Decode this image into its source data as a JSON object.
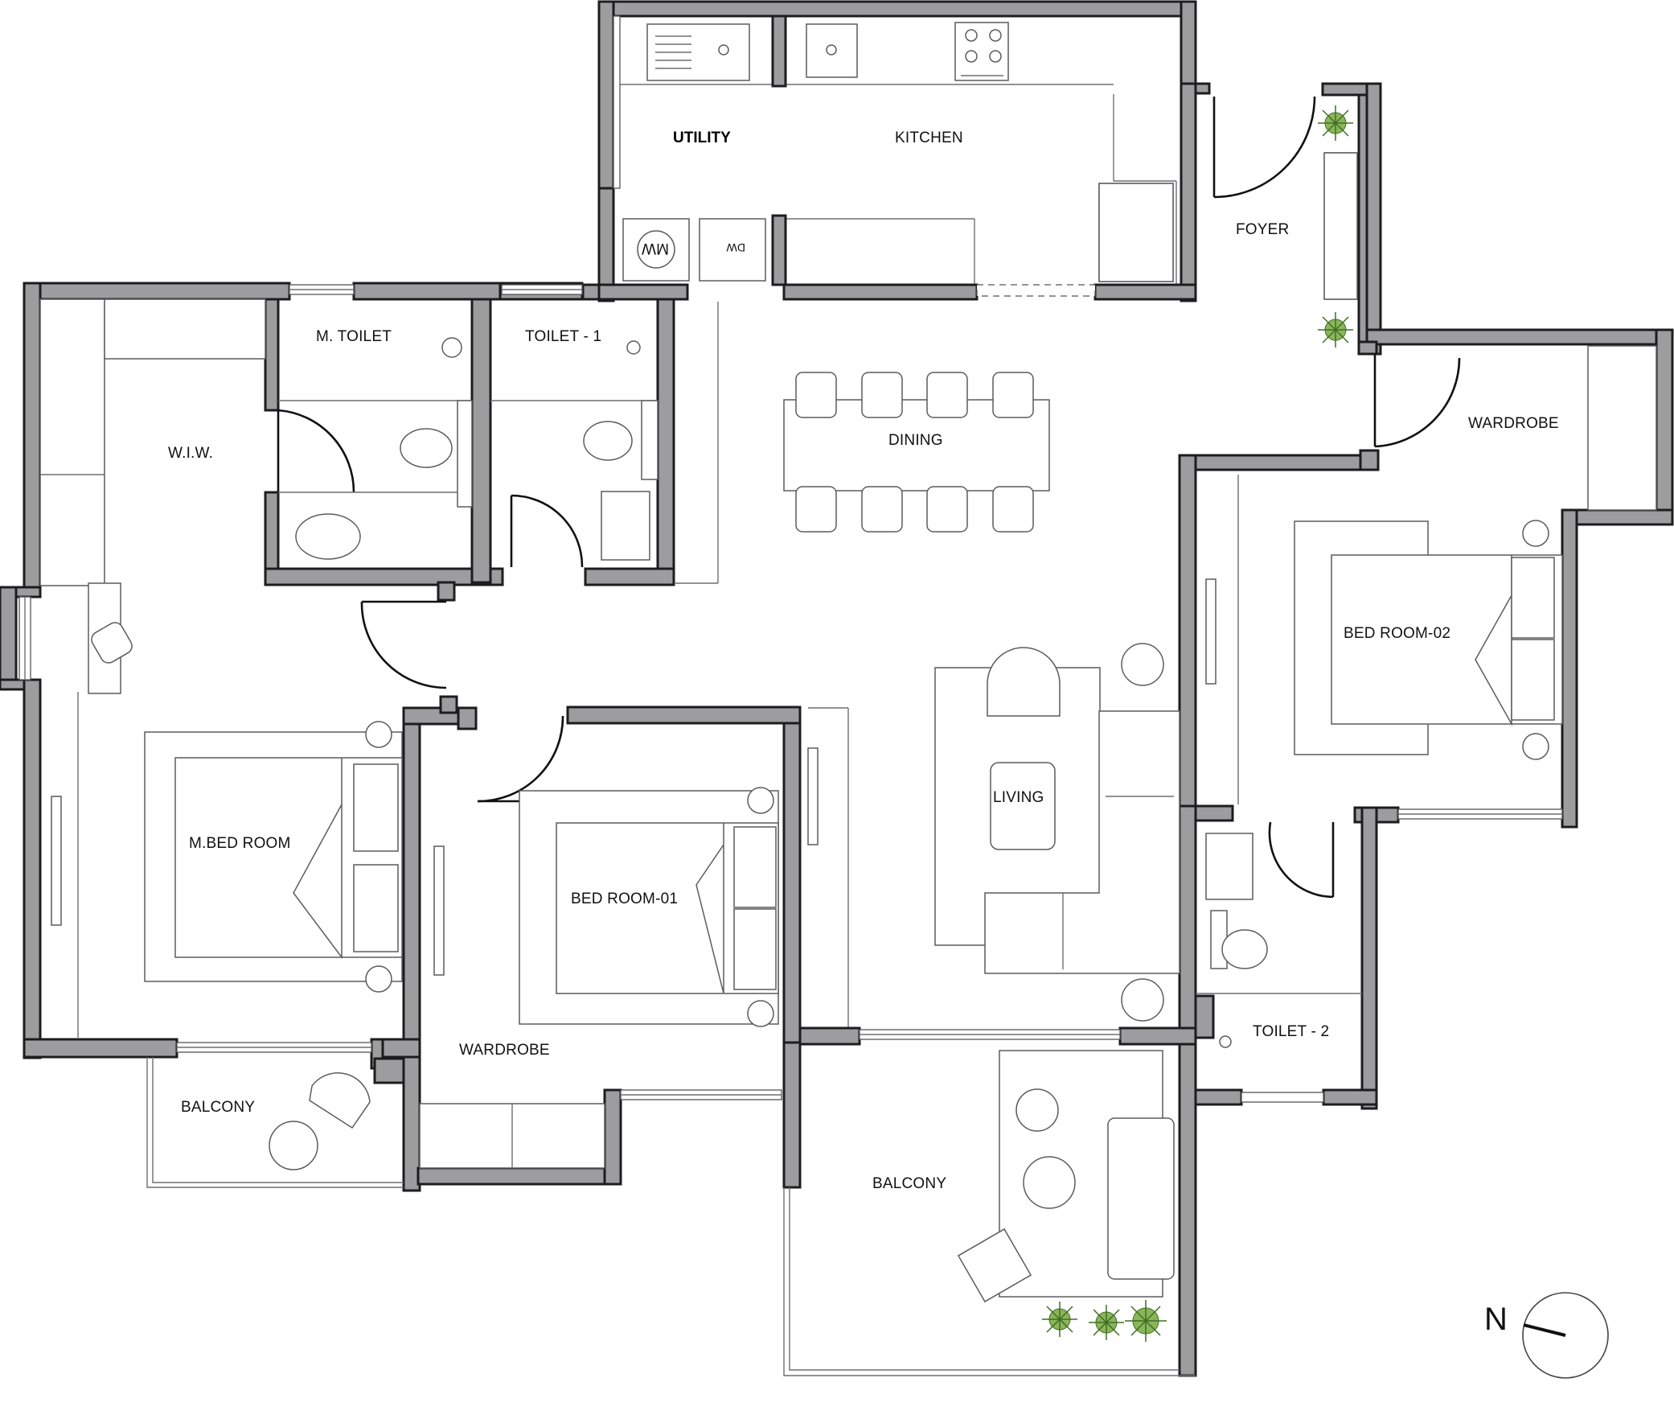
{
  "rooms": {
    "utility": "UTILITY",
    "kitchen": "KITCHEN",
    "foyer": "FOYER",
    "m_toilet": "M. TOILET",
    "toilet_1": "TOILET - 1",
    "wiw": "W.I.W.",
    "dining": "DINING",
    "wardrobe_nw": "WARDROBE",
    "bedroom_02": "BED ROOM-02",
    "living": "LIVING",
    "m_bedroom": "M.BED ROOM",
    "bedroom_01": "BED ROOM-01",
    "toilet_2": "TOILET - 2",
    "wardrobe_s": "WARDROBE",
    "balcony_w": "BALCONY",
    "balcony_s": "BALCONY"
  },
  "appliances": {
    "microwave": "MW",
    "dishwasher": "DW"
  },
  "compass": {
    "letter": "N"
  },
  "colors": {
    "wall_fill": "#9d9d9f",
    "plant": "#8bb55a"
  }
}
